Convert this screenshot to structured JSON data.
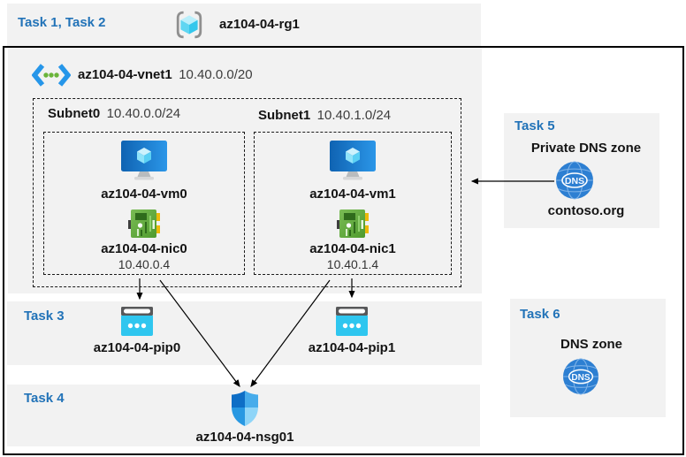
{
  "colors": {
    "accent_blue": "#2273b8",
    "band_bg": "#f2f2f2",
    "arrow_black": "#000000",
    "vm_blue": "#1b7fd4",
    "nic_green": "#5ca83c",
    "pip_cyan": "#2fc6ef",
    "dns_blue": "#2d7fd2",
    "cube_cyan": "#50e6ff"
  },
  "header": {
    "task_label": "Task 1, Task 2",
    "resource_group_name": "az104-04-rg1"
  },
  "vnet": {
    "name": "az104-04-vnet1",
    "cidr": "10.40.0.0/20",
    "subnets": [
      {
        "name": "Subnet0",
        "cidr": "10.40.0.0/24",
        "vm_name": "az104-04-vm0",
        "nic_name": "az104-04-nic0",
        "nic_ip": "10.40.0.4"
      },
      {
        "name": "Subnet1",
        "cidr": "10.40.1.0/24",
        "vm_name": "az104-04-vm1",
        "nic_name": "az104-04-nic1",
        "nic_ip": "10.40.1.4"
      }
    ]
  },
  "task3": {
    "task_label": "Task 3",
    "pip0_name": "az104-04-pip0",
    "pip1_name": "az104-04-pip1"
  },
  "task4": {
    "task_label": "Task 4",
    "nsg_name": "az104-04-nsg01"
  },
  "task5": {
    "task_label": "Task 5",
    "title": "Private DNS zone",
    "zone_name": "contoso.org",
    "icon_text": "DNS"
  },
  "task6": {
    "task_label": "Task 6",
    "title": "DNS zone",
    "icon_text": "DNS"
  }
}
